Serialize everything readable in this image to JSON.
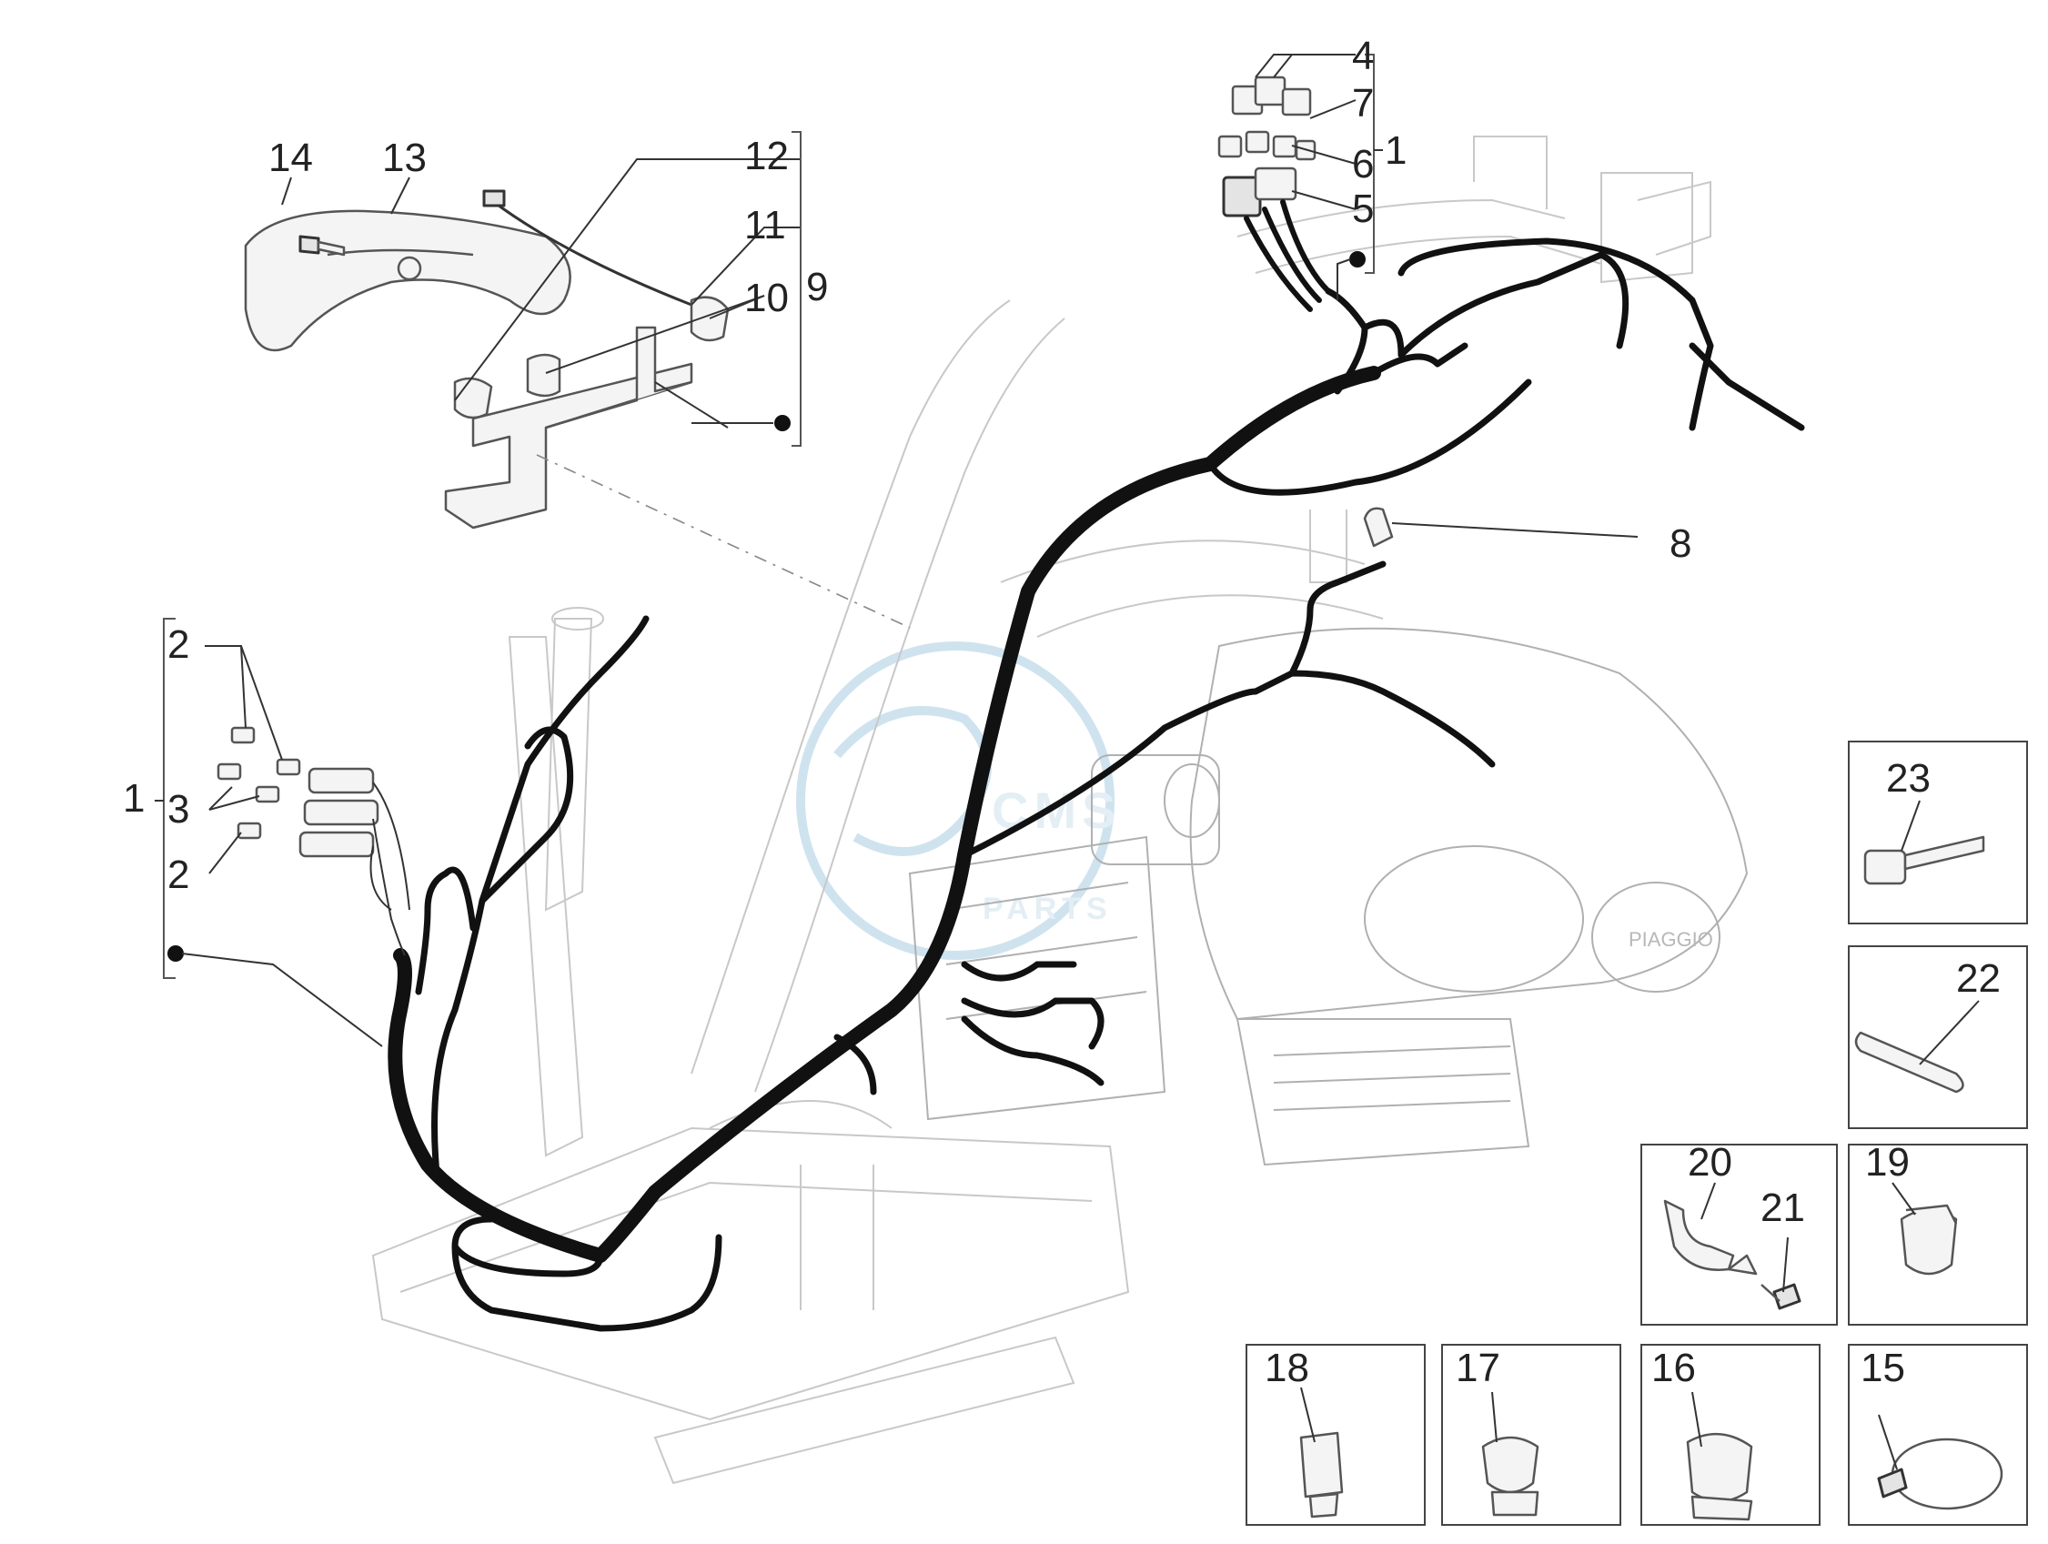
{
  "callouts": {
    "c1a": "1",
    "c1b": "1",
    "c2a": "2",
    "c2b": "2",
    "c3": "3",
    "c4": "4",
    "c5": "5",
    "c6": "6",
    "c7": "7",
    "c8": "8",
    "c9": "9",
    "c10": "10",
    "c11": "11",
    "c12": "12",
    "c13": "13",
    "c14": "14",
    "c15": "15",
    "c16": "16",
    "c17": "17",
    "c18": "18",
    "c19": "19",
    "c20": "20",
    "c21": "21",
    "c22": "22",
    "c23": "23"
  },
  "brand_mark": "PIAGGIO",
  "colors": {
    "harness": "#111111",
    "frame": "#c8c8c8",
    "watermark": "#cfe3ef"
  }
}
